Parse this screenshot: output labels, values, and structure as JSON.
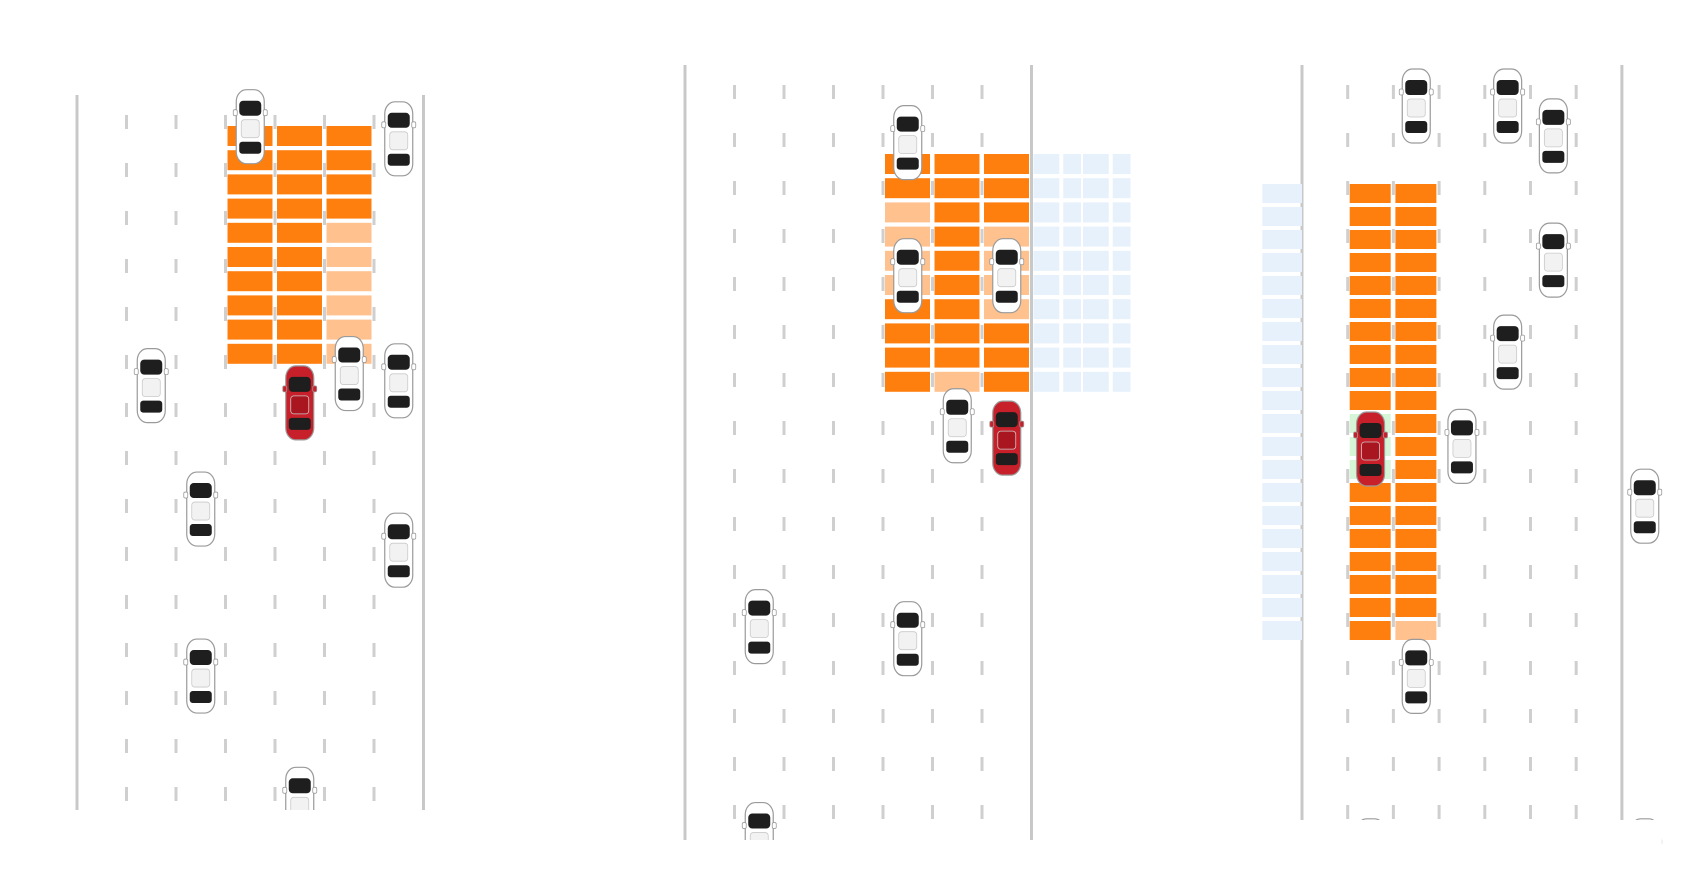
{
  "colors": {
    "background": "#ffffff",
    "road_edge": "#c8c8c8",
    "lane_dash": "#cfcfcf",
    "cell_occupied": "#ff7f0e",
    "cell_partial": "#ffc28f",
    "cell_empty_region": "#e6f1fc",
    "ego_highlight": "#d6f5d6",
    "ego_car": "#c8202a",
    "traffic_car": "#ffffff",
    "car_glass": "#1e1e1e"
  },
  "panels": [
    {
      "id": "left",
      "lanes": 7,
      "ego_lane": 4,
      "grid": {
        "lanes": [
          3,
          4,
          5
        ],
        "rows": 10,
        "light_lanes": [],
        "highlight": null,
        "partial": [
          [
            4,
            5
          ],
          [
            5,
            5
          ],
          [
            6,
            5
          ],
          [
            7,
            5
          ],
          [
            8,
            5
          ],
          [
            9,
            5
          ]
        ]
      },
      "cars": [
        {
          "lane": 3,
          "row": -1.5
        },
        {
          "lane": 6,
          "row": -1
        },
        {
          "lane": 1,
          "row": 9.2
        },
        {
          "lane": 5,
          "row": 8.7
        },
        {
          "lane": 6,
          "row": 9
        },
        {
          "lane": 2,
          "row": 14.3
        },
        {
          "lane": 6,
          "row": 16
        },
        {
          "lane": 2,
          "row": 21.2
        },
        {
          "lane": 4,
          "row": 26.5
        }
      ]
    },
    {
      "id": "middle",
      "lanes": 7,
      "ego_lane": 6,
      "grid": {
        "lanes": [
          4,
          5,
          6,
          7,
          8
        ],
        "rows": 10,
        "light_lanes": [
          7,
          8
        ],
        "highlight": null,
        "partial": [
          [
            2,
            4
          ],
          [
            3,
            4
          ],
          [
            4,
            4
          ],
          [
            5,
            4
          ],
          [
            3,
            6
          ],
          [
            4,
            6
          ],
          [
            5,
            6
          ],
          [
            6,
            6
          ],
          [
            9,
            5
          ]
        ]
      },
      "cars": [
        {
          "lane": 4,
          "row": -2
        },
        {
          "lane": 4,
          "row": 3.5
        },
        {
          "lane": 6,
          "row": 3.5
        },
        {
          "lane": 5,
          "row": 9.7
        },
        {
          "lane": 1,
          "row": 18
        },
        {
          "lane": 4,
          "row": 18.5
        },
        {
          "lane": 1,
          "row": 26.8
        }
      ]
    },
    {
      "id": "right",
      "lanes": 7,
      "ego_lane": 1,
      "grid": {
        "lanes": [
          0,
          1,
          2
        ],
        "rows": 20,
        "light_lanes": [
          0
        ],
        "highlight": [
          10,
          1
        ],
        "partial": [
          [
            19,
            2
          ]
        ]
      },
      "cars": [
        {
          "lane": 2,
          "row": -5
        },
        {
          "lane": 4,
          "row": -5
        },
        {
          "lane": 5,
          "row": -3.7
        },
        {
          "lane": 5,
          "row": 1.7
        },
        {
          "lane": 4,
          "row": 5.7
        },
        {
          "lane": 3,
          "row": 9.8
        },
        {
          "lane": 7,
          "row": 12.4
        },
        {
          "lane": 2,
          "row": 19.8
        },
        {
          "lane": 1,
          "row": 27.6
        },
        {
          "lane": 7,
          "row": 27.6
        }
      ]
    }
  ]
}
